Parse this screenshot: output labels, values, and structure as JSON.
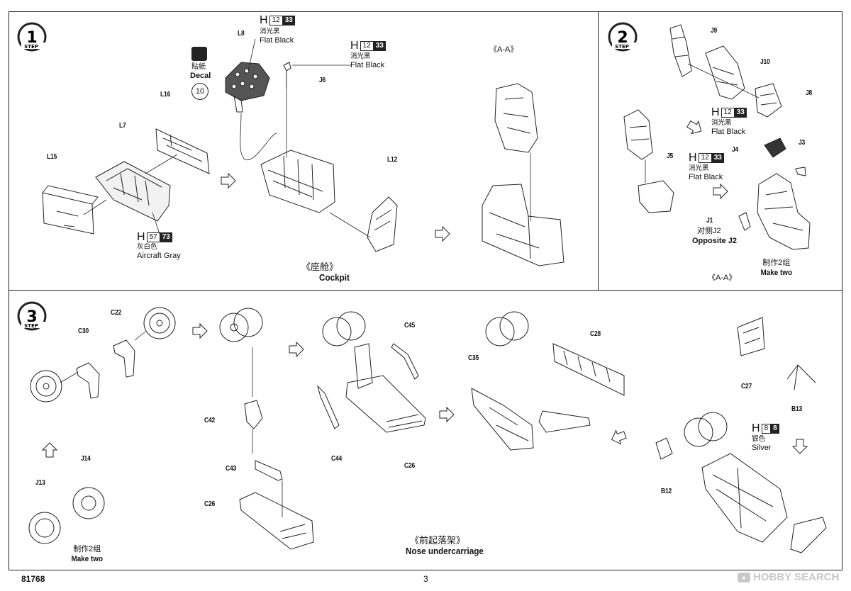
{
  "steps": [
    {
      "number": "1",
      "step_word": "STEP",
      "title_cn": "《座舱》",
      "title_en": "Cockpit",
      "parts": [
        "L8",
        "J6",
        "L16",
        "L7",
        "L15",
        "L12"
      ],
      "section_ref": "《A-A》",
      "decal": {
        "cn": "貼紙",
        "en": "Decal",
        "number": "10"
      },
      "paints": [
        {
          "h": "H",
          "code1": "12",
          "code2": "33",
          "cn": "消光黑",
          "en": "Flat Black"
        },
        {
          "h": "H",
          "code1": "12",
          "code2": "33",
          "cn": "消光黑",
          "en": "Flat Black"
        },
        {
          "h": "H",
          "code1": "57",
          "code2": "73",
          "cn": "灰白色",
          "en": "Aircraft Gray"
        }
      ]
    },
    {
      "number": "2",
      "step_word": "STEP",
      "parts": [
        "J9",
        "J10",
        "J8",
        "J4",
        "J3",
        "J5",
        "J1"
      ],
      "opposite": {
        "cn": "对侧J2",
        "en": "Opposite J2"
      },
      "section_ref": "《A-A》",
      "make_two": {
        "cn": "制作2组",
        "en": "Make two"
      },
      "paints": [
        {
          "h": "H",
          "code1": "12",
          "code2": "33",
          "cn": "消光黑",
          "en": "Flat Black"
        },
        {
          "h": "H",
          "code1": "12",
          "code2": "33",
          "cn": "消光黑",
          "en": "Flat Black"
        }
      ]
    },
    {
      "number": "3",
      "step_word": "STEP",
      "title_cn": "《前起落架》",
      "title_en": "Nose undercarriage",
      "parts": [
        "C22",
        "C30",
        "J14",
        "J13",
        "C42",
        "C43",
        "C26",
        "C45",
        "C44",
        "C26",
        "C35",
        "C28",
        "C27",
        "B13",
        "B12"
      ],
      "make_two": {
        "cn": "制作2组",
        "en": "Make two"
      },
      "paints": [
        {
          "h": "H",
          "code1": "8",
          "code2": "8",
          "cn": "银色",
          "en": "Silver"
        }
      ]
    }
  ],
  "footer": {
    "code": "81768",
    "page": "3"
  },
  "watermark": {
    "text": "HOBBY SEARCH"
  },
  "colors": {
    "line": "#222222",
    "paper": "#ffffff",
    "watermark": "#c8c8c8"
  }
}
